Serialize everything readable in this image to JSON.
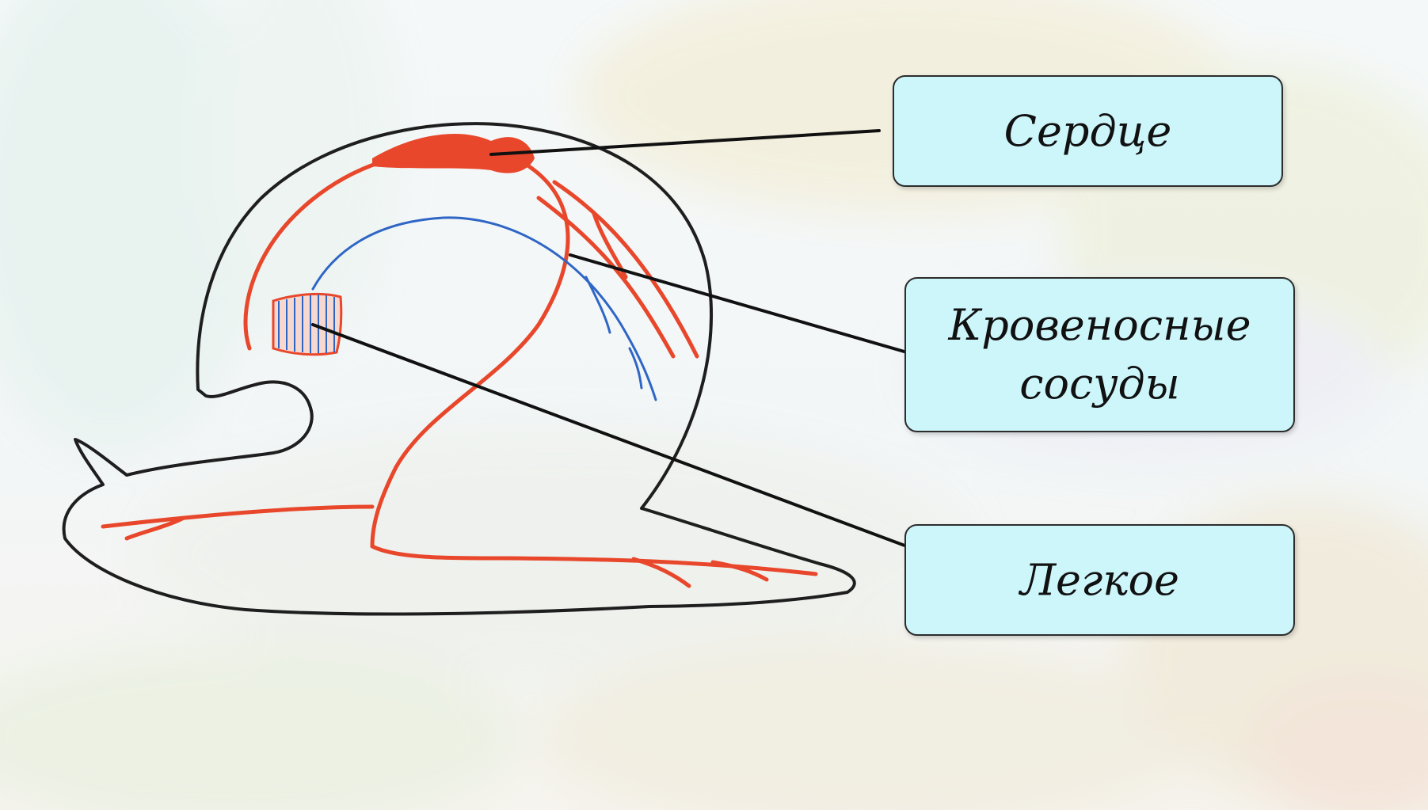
{
  "labels": {
    "heart": "Сердце",
    "vessels_line1": "Кровеносные",
    "vessels_line2": "сосуды",
    "lung": "Легкое"
  },
  "colors": {
    "arterial": "#e8472b",
    "venous": "#2f66c6",
    "outline": "#1e1e1e",
    "label_box_fill": "#cdf6fb",
    "background_tint": "#e9f1ee"
  }
}
